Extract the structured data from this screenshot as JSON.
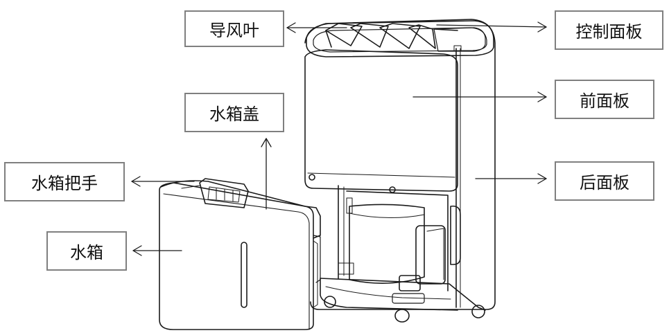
{
  "labels": {
    "deflector": "导风叶",
    "control_panel": "控制面板",
    "front_panel": "前面板",
    "tank_lid": "水箱盖",
    "rear_panel": "后面板",
    "tank_handle": "水箱把手",
    "water_tank": "水箱"
  },
  "colors": {
    "stroke": "#1a1a1a",
    "box_border": "#7f7f7f",
    "background": "#ffffff"
  }
}
